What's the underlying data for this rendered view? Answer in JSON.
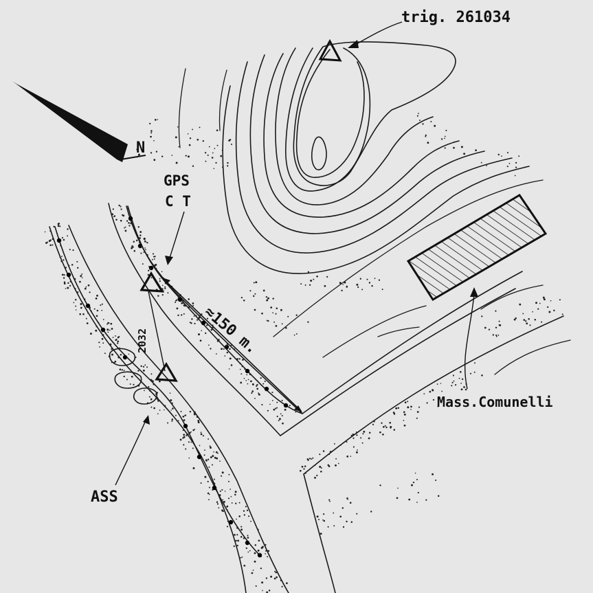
{
  "labels": {
    "north": "N",
    "trig": "trig. 261034",
    "gps": "GPS",
    "ct": "C T",
    "distance": "≈150 m.",
    "baseline": "2032",
    "ass": "ASS",
    "farm": "Mass.Comunelli"
  },
  "colors": {
    "ink": "#1a1a1a",
    "paper": "#e7e7e7"
  },
  "icons": [
    "north-arrow-icon",
    "trig-point-triangle-icon",
    "gps-triangle-icon",
    "ass-triangle-icon"
  ]
}
